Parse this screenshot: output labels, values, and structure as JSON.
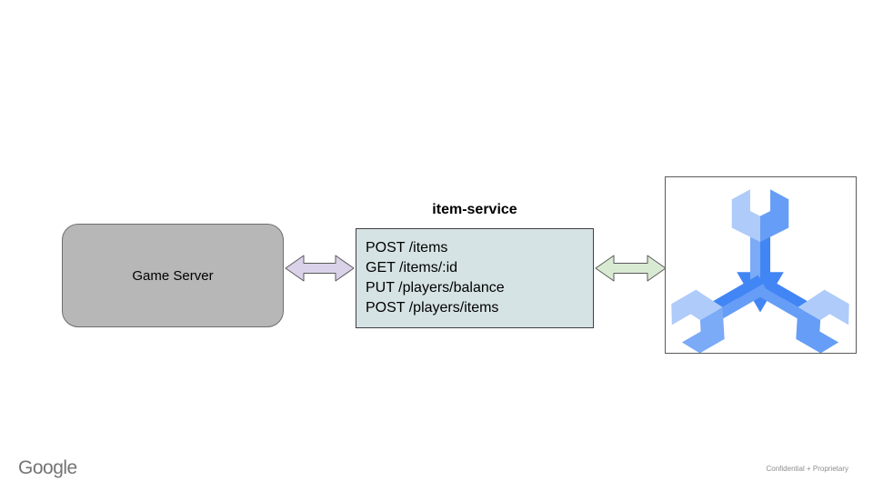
{
  "slide": {
    "footer": {
      "brand": "Google",
      "note": "Confidential + Proprietary"
    }
  },
  "diagram": {
    "game_server": {
      "label": "Game Server",
      "fill": "#b7b7b7"
    },
    "item_service": {
      "title": "item-service",
      "endpoints": [
        "POST /items",
        "GET /items/:id",
        "PUT /players/balance",
        "POST /players/items"
      ],
      "fill": "#d6e3e5"
    },
    "arrows": {
      "left": {
        "direction": "bidirectional",
        "fill": "#d9d2e9"
      },
      "right": {
        "direction": "bidirectional",
        "fill": "#d9ead3"
      }
    },
    "spanner_icon": {
      "name": "cloud-spanner-icon",
      "colors": {
        "light": "#aecbfa",
        "medium": "#669df6",
        "medium_alt": "#7baaf7",
        "dark": "#4285f4"
      }
    }
  }
}
